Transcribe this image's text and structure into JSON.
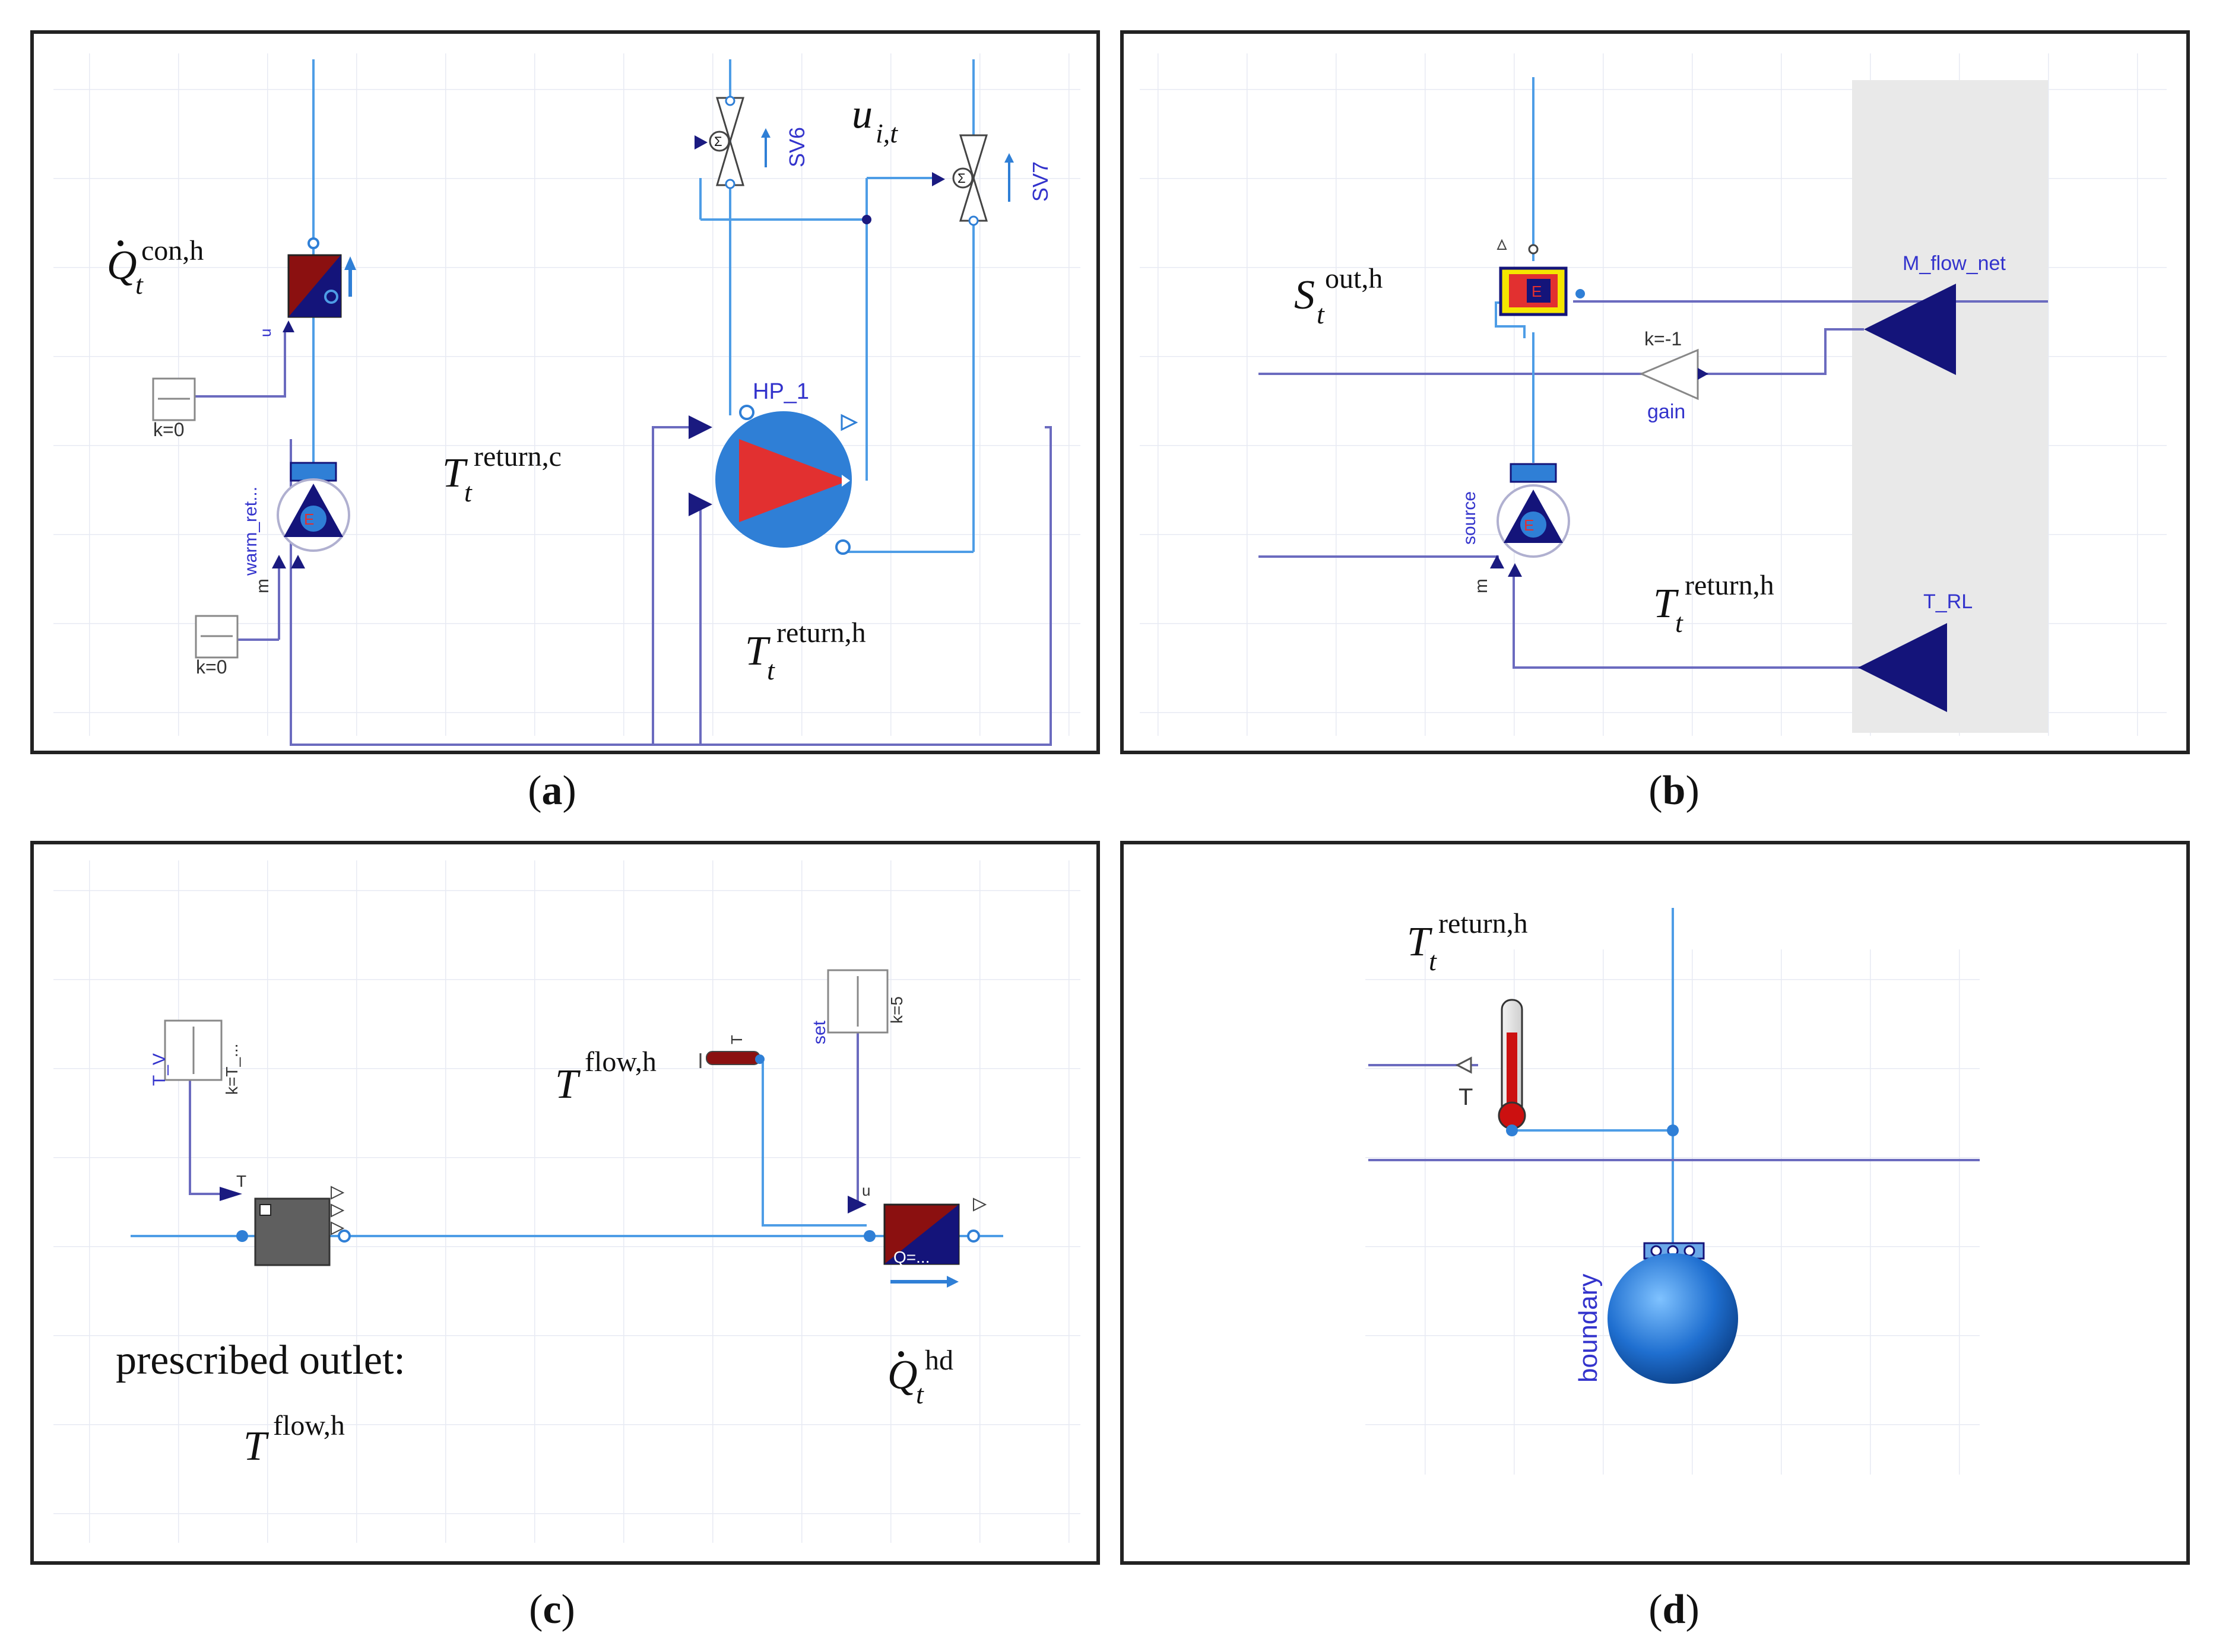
{
  "panels": {
    "a": {
      "caption": "(a)",
      "captionLetter": "a",
      "labels": {
        "qcon_base": "Q",
        "qcon_sub": "t",
        "qcon_sup": "con,h",
        "treturnc_base": "T",
        "treturnc_sub": "t",
        "treturnc_sup": "return,c",
        "treturnh_base": "T",
        "treturnh_sub": "t",
        "treturnh_sup": "return,h",
        "u_base": "u",
        "u_sub": "i,t"
      },
      "components": {
        "hp_label": "HP_1",
        "sv6_label": "SV6",
        "sv7_label": "SV7",
        "pump_label": "warm_ret...",
        "const1_k": "k=0",
        "const2_k": "k=0",
        "u_port": "u",
        "m_port": "m"
      }
    },
    "b": {
      "caption": "(b)",
      "captionLetter": "b",
      "labels": {
        "sout_base": "S",
        "sout_sub": "t",
        "sout_sup": "out,h",
        "treturnh_base": "T",
        "treturnh_sub": "t",
        "treturnh_sup": "return,h"
      },
      "components": {
        "mflow_label": "M_flow_net",
        "trl_label": "T_RL",
        "gain_label": "gain",
        "gain_k": "k=-1",
        "source_label": "source",
        "m_port": "m"
      }
    },
    "c": {
      "caption": "(c)",
      "captionLetter": "c",
      "labels": {
        "tflow_base": "T",
        "tflow_sup": "flow,h",
        "prescribed": "prescribed outlet:",
        "tflow2_base": "T",
        "tflow2_sup": "flow,h",
        "qhd_base": "Q",
        "qhd_sub": "t",
        "qhd_sup": "hd"
      },
      "components": {
        "tv_label": "T_V",
        "tv_k": "k=T_...",
        "set_label": "set",
        "set_k": "k=5",
        "t_port": "T",
        "u_port": "u",
        "q_label": "Q=..."
      }
    },
    "d": {
      "caption": "(d)",
      "captionLetter": "d",
      "labels": {
        "treturnh_base": "T",
        "treturnh_sub": "t",
        "treturnh_sup": "return,h"
      },
      "components": {
        "t_port": "T",
        "boundary_label": "boundary"
      }
    }
  },
  "colors": {
    "wire_blue": "#4e9de6",
    "signal_navy": "#1a1a80",
    "signal_line": "#6b6bbf",
    "component_red": "#8b1010",
    "component_navy": "#14147a",
    "pump_blue": "#2f7fd6",
    "pump_red": "#e23030",
    "label_blue": "#3333cc",
    "grid": "#e6e9f2",
    "frame": "#222222"
  },
  "icons": {
    "heat_exchanger": "heat-exchanger-icon",
    "pump": "pump-icon",
    "heat_pump": "heat-pump-icon",
    "valve": "valve-icon",
    "const_block": "constant-block-icon",
    "gain": "gain-icon",
    "input_triangle": "input-connector-icon",
    "thermometer": "thermometer-icon",
    "boundary": "boundary-sphere-icon"
  }
}
